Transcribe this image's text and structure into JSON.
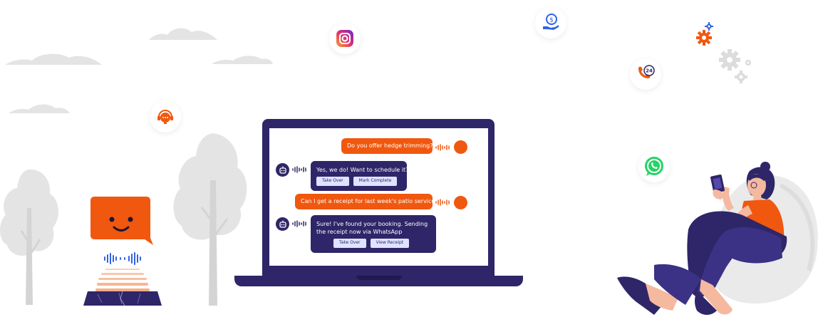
{
  "chat": {
    "messages": [
      {
        "from": "user",
        "text": "Do you offer hedge trimming?"
      },
      {
        "from": "bot",
        "text": "Yes, we do! Want to schedule it?",
        "buttons": [
          "Take Over",
          "Mark Complete"
        ]
      },
      {
        "from": "user",
        "text": "Can I get a receipt for last week's patio service?"
      },
      {
        "from": "bot",
        "text": "Sure! I've found your booking. Sending the receipt now via WhatsApp",
        "buttons": [
          "Take Over",
          "View Receipt"
        ]
      }
    ]
  },
  "icons": [
    "support-headset-icon",
    "instagram-icon",
    "money-hand-icon",
    "gear-icon",
    "phone-24-icon",
    "whatsapp-icon"
  ],
  "colors": {
    "accent": "#f0580f",
    "brand": "#2e2668",
    "button": "#dfe3ff",
    "voice": "#2f62e8",
    "cloud": "#e4e4e4"
  }
}
